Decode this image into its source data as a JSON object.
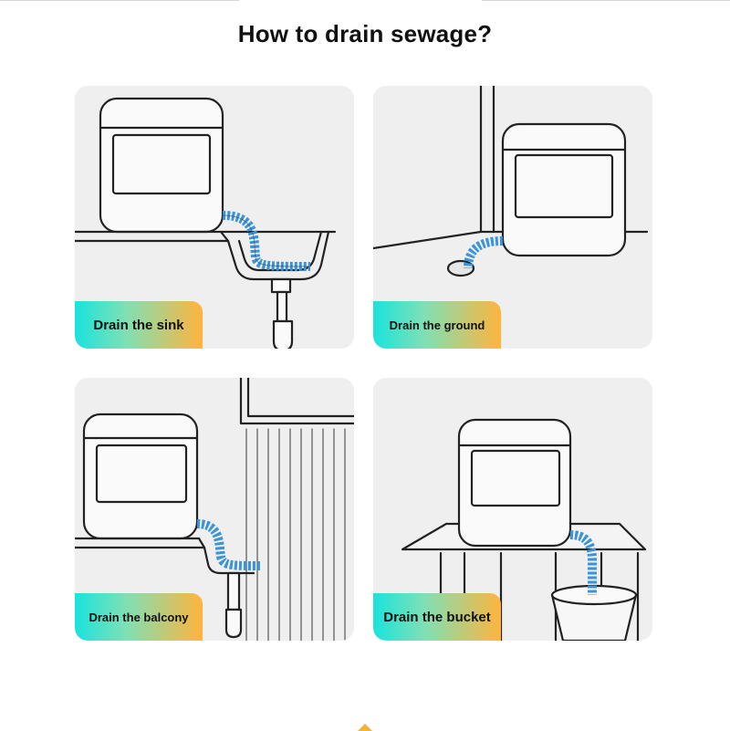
{
  "title": "How to drain sewage?",
  "cards": [
    {
      "label": "Drain the sink"
    },
    {
      "label": "Drain the ground"
    },
    {
      "label": "Drain the balcony"
    },
    {
      "label": "Drain the bucket"
    }
  ],
  "colors": {
    "hose": "#3b93d8",
    "label_gradient_start": "#19e3dd",
    "label_gradient_end": "#ffb43c",
    "card_background": "#efefef"
  }
}
